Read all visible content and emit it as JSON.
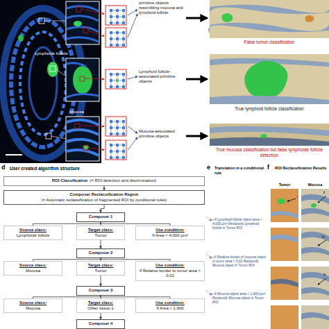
{
  "diagram": {
    "nodes": [
      {
        "text": [
          "ROI Classification",
          "(= ROI detection and discrimination)"
        ]
      },
      {
        "text": [
          "Composer Reclassification Region",
          "(= Automatic reclassification of fragmented ROI by conditional rules)"
        ]
      },
      {
        "text": [
          "Composer 1"
        ]
      },
      {
        "text": [
          "Source class:",
          "Lymphoide follicle"
        ]
      },
      {
        "text": [
          "Target class:",
          "Tumor"
        ]
      },
      {
        "text": [
          "Use condition:",
          "If Area < 4,000 µm²"
        ]
      },
      {
        "text": [
          "Composer 2"
        ]
      },
      {
        "text": [
          "Source class:",
          "Mucosa"
        ]
      },
      {
        "text": [
          "Target class:",
          "Tumor"
        ]
      },
      {
        "text": [
          "Use condition:",
          "If Relative border to tumor area > 0.01"
        ]
      },
      {
        "text": [
          "Composer 3"
        ]
      },
      {
        "text": [
          "Source class:",
          "Mucosa"
        ]
      },
      {
        "text": [
          "Target class:",
          "Other tissue 1"
        ]
      },
      {
        "text": [
          "Use condition:",
          "If Area < 1,900"
        ]
      },
      {
        "text": [
          "Composer 4"
        ]
      }
    ],
    "edges": [
      {
        "from": 0,
        "to": 1,
        "arrow": "to"
      },
      {
        "from": 1,
        "to": 2,
        "arrow": "to"
      },
      {
        "from": 2,
        "to": 3,
        "arrow": "none"
      },
      {
        "from": 2,
        "to": 4,
        "arrow": "none"
      },
      {
        "from": 2,
        "to": 5,
        "arrow": "none"
      },
      {
        "from": 4,
        "to": 6,
        "arrow": "to"
      },
      {
        "from": 6,
        "to": 7,
        "arrow": "none"
      },
      {
        "from": 6,
        "to": 8,
        "arrow": "none"
      },
      {
        "from": 6,
        "to": 9,
        "arrow": "none"
      },
      {
        "from": 8,
        "to": 10,
        "arrow": "to"
      },
      {
        "from": 10,
        "to": 11,
        "arrow": "none"
      },
      {
        "from": 10,
        "to": 12,
        "arrow": "none"
      },
      {
        "from": 10,
        "to": 13,
        "arrow": "none"
      },
      {
        "from": 12,
        "to": 14,
        "arrow": "to"
      }
    ],
    "labels": [
      "Lymphoide follicle",
      "Mucosa",
      "primitive objects resembling mucosa and lymphoid follicle",
      "Lymphoid follicle-associated primitive objects",
      "Mucosa-associated primitive objects",
      "False tumor classification",
      "True lymphoid follicle classification",
      "True mucosa classification but false lymphoide follicle detection",
      "d",
      "User created algorithm structure",
      "e",
      "Translation in a conditional rule",
      "f",
      "ROI Reclassification Results",
      "Tumor",
      "Mucosa",
      "• If Lymphoid follicle object area < 4,000 µm² Reclassify Lymphoid follicle in Tumor ROI",
      "• If Relative border of mucosa object to tumor area > 0.01 Reclassify Mucosa object in Tumor ROI",
      "• If Mucosa object area < 1,900 µm² Reclassify Mucosa object in Tumor ROI",
      "i",
      "ii",
      "iii",
      "iv"
    ]
  }
}
